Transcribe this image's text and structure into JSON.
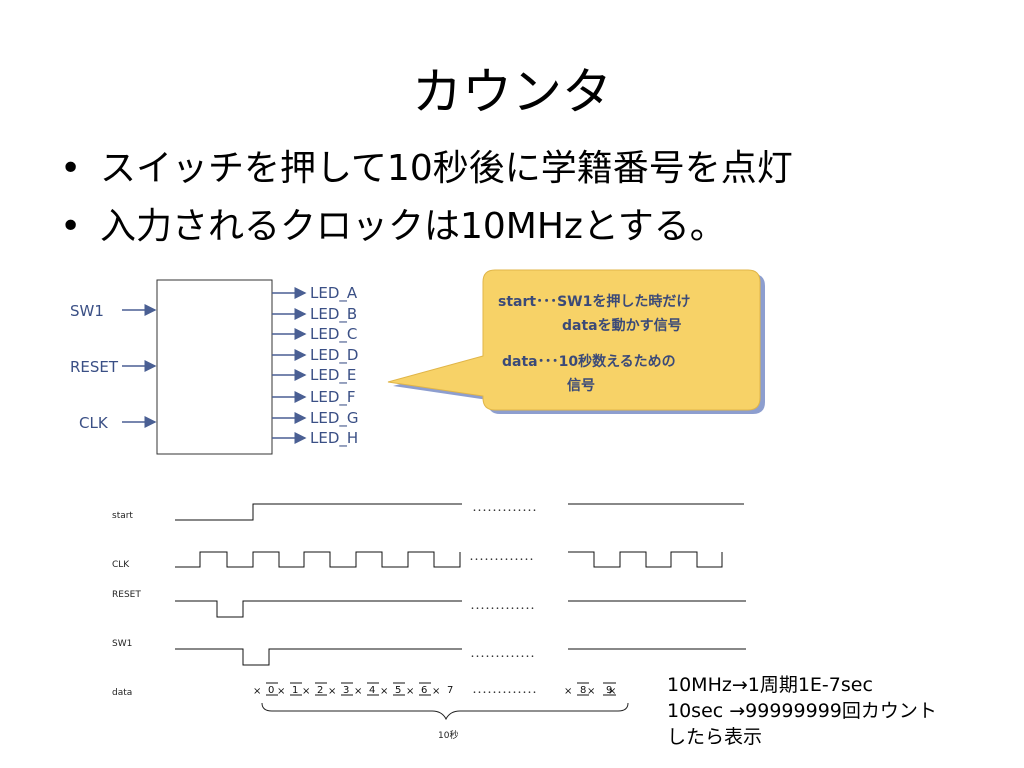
{
  "slide": {
    "title": "カウンタ",
    "bullets": [
      "スイッチを押して10秒後に学籍番号を点灯",
      "入力されるクロックは10MHzとする。"
    ]
  },
  "block": {
    "inputs": [
      "SW1",
      "RESET",
      "CLK"
    ],
    "outputs": [
      "LED_A",
      "LED_B",
      "LED_C",
      "LED_D",
      "LED_E",
      "LED_F",
      "LED_G",
      "LED_H"
    ]
  },
  "callout": {
    "line1": "start･･･SW1を押した時だけ",
    "line2": "dataを動かす信号",
    "line3": "data･･･10秒数えるための",
    "line4": "信号",
    "fill_color": "#f7d267",
    "shadow_color": "#8d9ecf"
  },
  "timing": {
    "signals": [
      "start",
      "CLK",
      "RESET",
      "SW1",
      "data"
    ],
    "data_values": [
      "0",
      "1",
      "2",
      "3",
      "4",
      "5",
      "6",
      "7",
      "8",
      "9"
    ],
    "duration_label": "10秒",
    "ellipsis": "･････････････"
  },
  "note": {
    "lines": [
      "10MHz→1周期1E-7sec",
      "10sec →99999999回カウント",
      "したら表示"
    ]
  }
}
